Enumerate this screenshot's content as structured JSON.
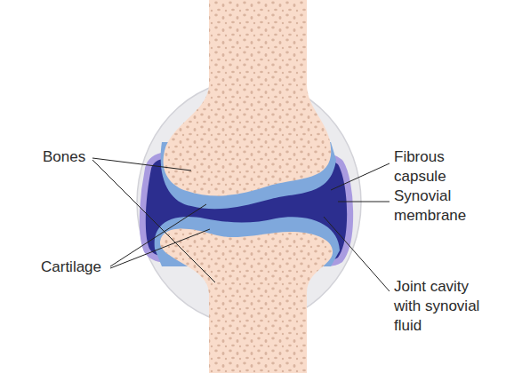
{
  "diagram": {
    "labels": [
      "Bones",
      "Fibrous capsule",
      "Synovial membrane",
      "Cartilage",
      "Joint cavity with synovial fluid"
    ]
  }
}
